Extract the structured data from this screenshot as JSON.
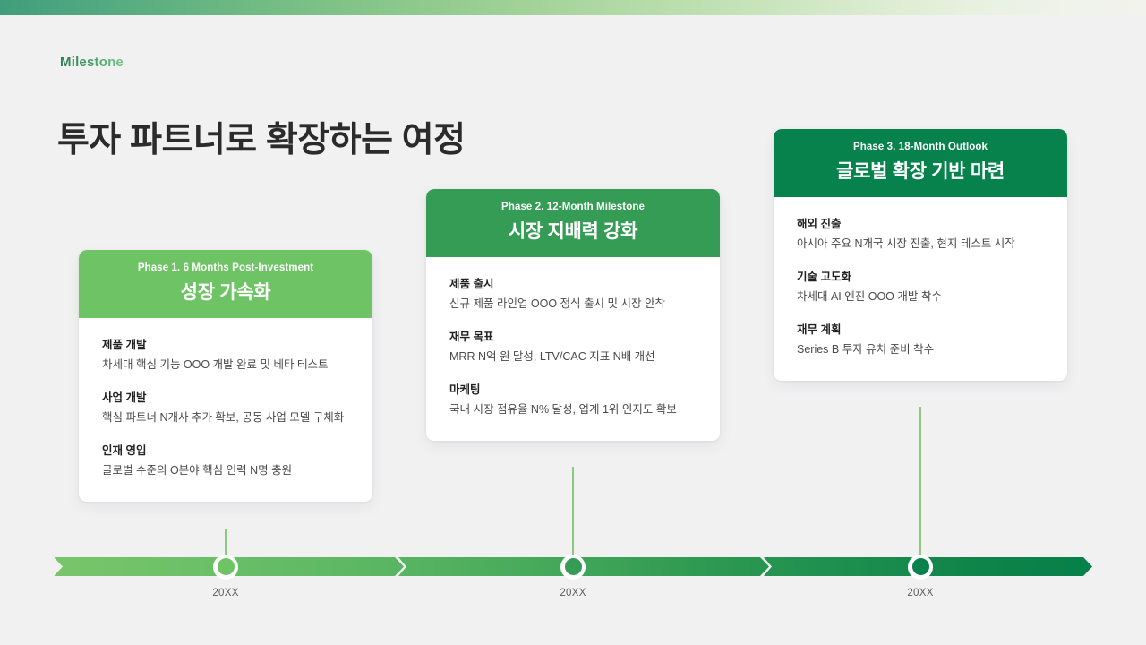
{
  "header": {
    "eyebrow": "Milestone",
    "title": "투자 파트너로 확장하는 여정"
  },
  "colors": {
    "background": "#f1f1f2",
    "phase1": "#6ec464",
    "phase2": "#359c55",
    "phase3": "#07824c",
    "banner_start": "#3f9e7c",
    "banner_end": "#f2f3ec",
    "connector": "#8dc97f"
  },
  "cards": [
    {
      "phase_label": "Phase 1. 6 Months Post-Investment",
      "heading": "성장 가속화",
      "items": [
        {
          "title": "제품 개발",
          "desc": "차세대 핵심 기능 OOO 개발 완료 및 베타 테스트"
        },
        {
          "title": "사업 개발",
          "desc": "핵심 파트너 N개사 추가 확보, 공동 사업 모델 구체화"
        },
        {
          "title": "인재 영입",
          "desc": "글로벌 수준의 O분야 핵심 인력 N명 충원"
        }
      ]
    },
    {
      "phase_label": "Phase 2. 12-Month Milestone",
      "heading": "시장 지배력 강화",
      "items": [
        {
          "title": "제품 출시",
          "desc": "신규 제품 라인업 OOO 정식 출시 및 시장 안착"
        },
        {
          "title": "재무 목표",
          "desc": "MRR N억 원 달성, LTV/CAC 지표 N배 개선"
        },
        {
          "title": "마케팅",
          "desc": "국내 시장 점유율 N% 달성, 업계 1위 인지도 확보"
        }
      ]
    },
    {
      "phase_label": "Phase 3. 18-Month Outlook",
      "heading": "글로벌 확장 기반 마련",
      "items": [
        {
          "title": "해외 진출",
          "desc": "아시아 주요 N개국 시장 진출, 현지 테스트 시작"
        },
        {
          "title": "기술 고도화",
          "desc": "차세대 AI 엔진 OOO 개발 착수"
        },
        {
          "title": "재무 계획",
          "desc": "Series B 투자 유치 준비 착수"
        }
      ]
    }
  ],
  "timeline": {
    "labels": [
      "20XX",
      "20XX",
      "20XX"
    ]
  }
}
